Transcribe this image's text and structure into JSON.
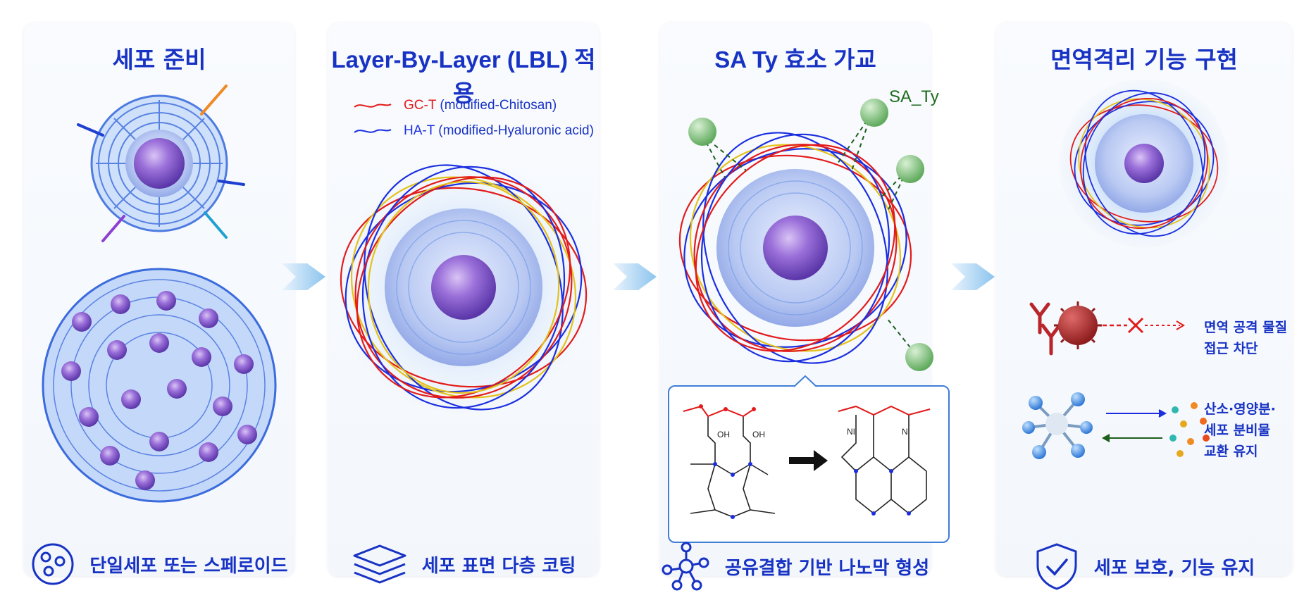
{
  "panels": [
    {
      "title": "세포 준비",
      "caption": "단일세포 또는 스페로이드"
    },
    {
      "title": "Layer-By-Layer (LBL) 적용",
      "caption": "세포 표면 다층 코팅"
    },
    {
      "title": "SA Ty 효소 가교",
      "caption": "공유결합 기반 나노막 형성"
    },
    {
      "title": "면역격리 기능 구현",
      "caption": "세포 보호, 기능 유지"
    }
  ],
  "legend": [
    {
      "label": "GC-T (modified-Chitosan)",
      "label_head": "GC-T",
      "label_tail": " (modified-Chitosan)",
      "color": "#e31b1b"
    },
    {
      "label": "HA-T (modified-Hyaluronic acid)",
      "label_head": "HA-T",
      "label_tail": " (modified-Hyaluronic acid)",
      "color": "#1b2fe0"
    }
  ],
  "enzyme_label": "SA_Ty",
  "chem_labels": {
    "oh": "OH",
    "ni": "NI",
    "n": "N"
  },
  "functions": {
    "block": {
      "line1": "면역 공격 물질",
      "line2": "접근 차단"
    },
    "exchange": {
      "line1": "산소·영양분·",
      "line2": "세포 분비물",
      "line3": "교환 유지"
    }
  },
  "colors": {
    "title": "#1833c4",
    "chitosan": "#e31b1b",
    "hyaluronic": "#1b2fe0",
    "enzyme": "#7cc07a",
    "accent": "#3e7ed6"
  },
  "icons": [
    "cell-cluster-icon",
    "layers-icon",
    "molecule-icon",
    "shield-check-icon",
    "antibody-icon",
    "virus-icon",
    "x-mark-icon"
  ]
}
